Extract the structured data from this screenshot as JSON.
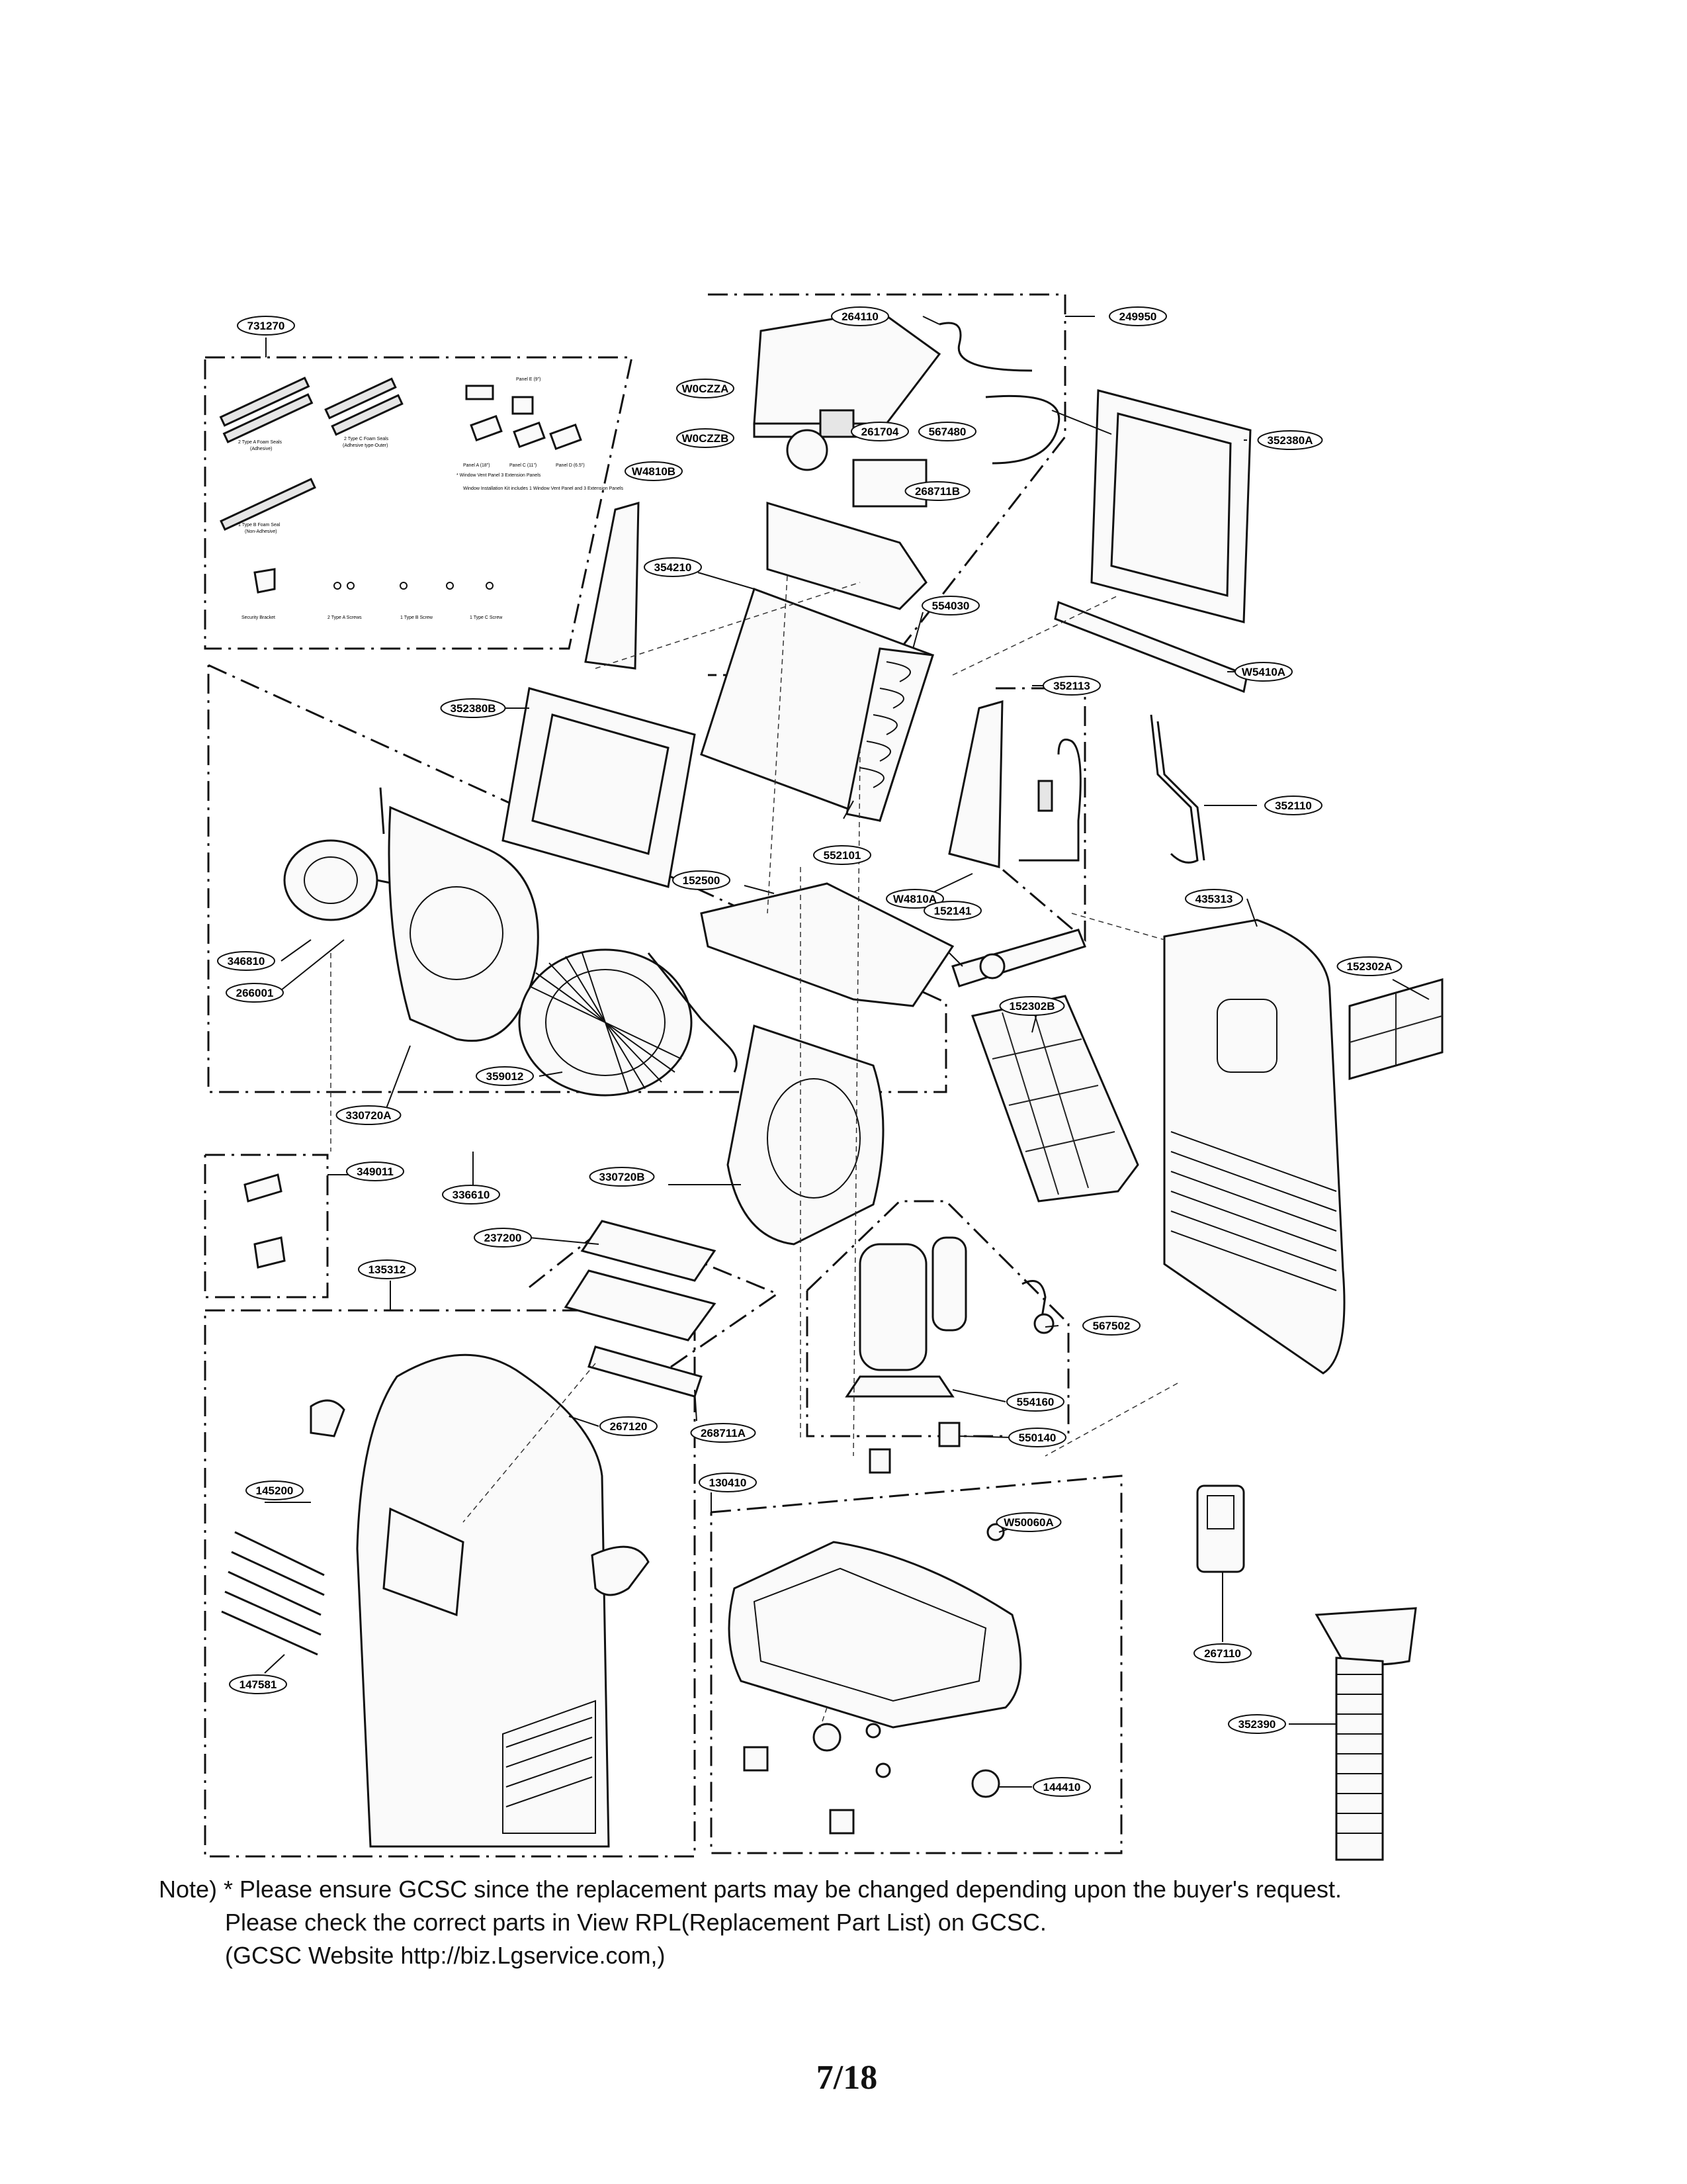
{
  "part_labels": [
    "731270",
    "264110",
    "249950",
    "W0CZZA",
    "261704",
    "567480",
    "W0CZZB",
    "268711B",
    "352380A",
    "W4810B",
    "354210",
    "554030",
    "W5410A",
    "352380B",
    "352113",
    "352110",
    "552101",
    "152500",
    "W4810A",
    "152141",
    "435313",
    "346810",
    "266001",
    "152302B",
    "152302A",
    "330720A",
    "359012",
    "349011",
    "336610",
    "330720B",
    "237200",
    "135312",
    "567502",
    "554160",
    "550140",
    "267120",
    "268711A",
    "130410",
    "145200",
    "W50060A",
    "267110",
    "147581",
    "352390",
    "144410"
  ],
  "kit_text": {
    "foam_a": "2 Type A Foam Seals",
    "foam_a_sub": "(Adhesive)",
    "foam_c": "2 Type C Foam Seals",
    "foam_c_sub": "(Adhesive type-Outer)",
    "foam_b": "1 Type B Foam Seal",
    "foam_b_sub": "(Non-Adhesive)",
    "panel_e": "Panel E (9\")",
    "panel_a": "Panel A (18\")",
    "panel_c": "Panel C (11\")",
    "panel_d": "Panel D (6.5\")",
    "vent_note": "* Window Vent Panel     3 Extension Panels",
    "install_kit": "Window Installation Kit includes 1 Window Vent Panel and 3 Extension Panels",
    "bracket": "Security Bracket",
    "screw_a": "2 Type A Screws",
    "screw_b": "1 Type B Screw",
    "screw_c": "1 Type C Screw"
  },
  "note": {
    "line1": "Note) * Please ensure GCSC since the replacement parts may be changed depending upon the buyer's request.",
    "line2": "Please check  the correct parts in View RPL(Replacement Part List) on GCSC.",
    "line3": "(GCSC Website  http://biz.Lgservice.com,)"
  },
  "page_number": "7/18"
}
